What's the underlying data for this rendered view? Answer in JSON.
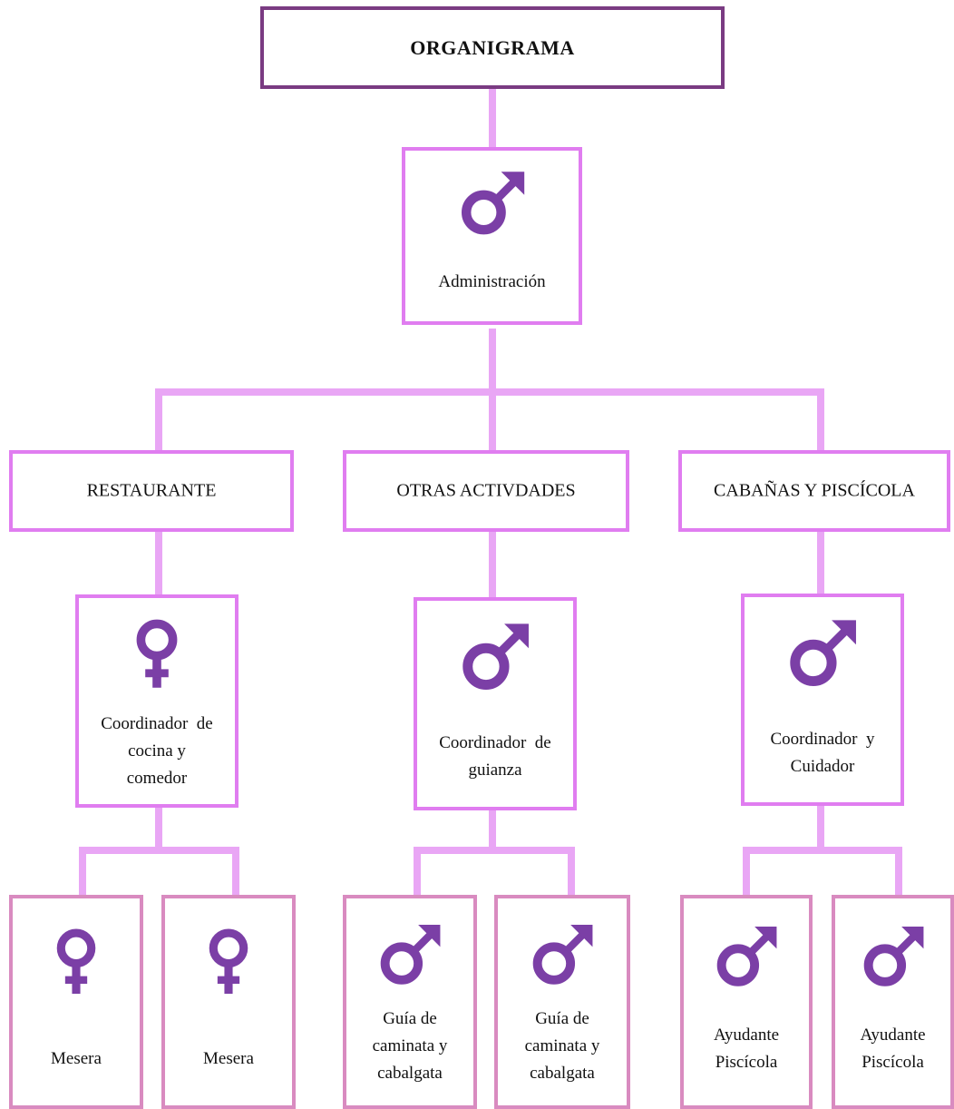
{
  "title": "ORGANIGRAMA",
  "colors": {
    "title_border": "#7a3b82",
    "connector": "#e9a6f5",
    "box_border": "#e07df0",
    "leaf_border": "#d98bc0",
    "icon": "#7b3fa6"
  },
  "root": {
    "label": "Administración",
    "icon": "male-symbol-icon"
  },
  "departments": [
    {
      "name": "RESTAURANTE",
      "coordinator": {
        "label": "Coordinador  de cocina y comedor",
        "lines": [
          "Coordinador  de",
          "cocina y",
          "comedor"
        ],
        "icon": "female-symbol-icon"
      },
      "staff": [
        {
          "label": "Mesera",
          "lines": [
            "Mesera"
          ],
          "icon": "female-symbol-icon"
        },
        {
          "label": "Mesera",
          "lines": [
            "Mesera"
          ],
          "icon": "female-symbol-icon"
        }
      ]
    },
    {
      "name": "OTRAS ACTIVDADES",
      "coordinator": {
        "label": "Coordinador  de guianza",
        "lines": [
          "Coordinador  de",
          "guianza"
        ],
        "icon": "male-symbol-icon"
      },
      "staff": [
        {
          "label": "Guía de caminata y cabalgata",
          "lines": [
            "Guía de",
            "caminata y",
            "cabalgata"
          ],
          "icon": "male-symbol-icon"
        },
        {
          "label": "Guía de caminata y cabalgata",
          "lines": [
            "Guía de",
            "caminata y",
            "cabalgata"
          ],
          "icon": "male-symbol-icon"
        }
      ]
    },
    {
      "name": "CABAÑAS Y PISCÍCOLA",
      "coordinator": {
        "label": "Coordinador  y Cuidador",
        "lines": [
          "Coordinador  y",
          "Cuidador"
        ],
        "icon": "male-symbol-icon"
      },
      "staff": [
        {
          "label": "Ayudante Piscícola",
          "lines": [
            "Ayudante",
            "Piscícola"
          ],
          "icon": "male-symbol-icon"
        },
        {
          "label": "Ayudante Piscícola",
          "lines": [
            "Ayudante",
            "Piscícola"
          ],
          "icon": "male-symbol-icon"
        }
      ]
    }
  ]
}
